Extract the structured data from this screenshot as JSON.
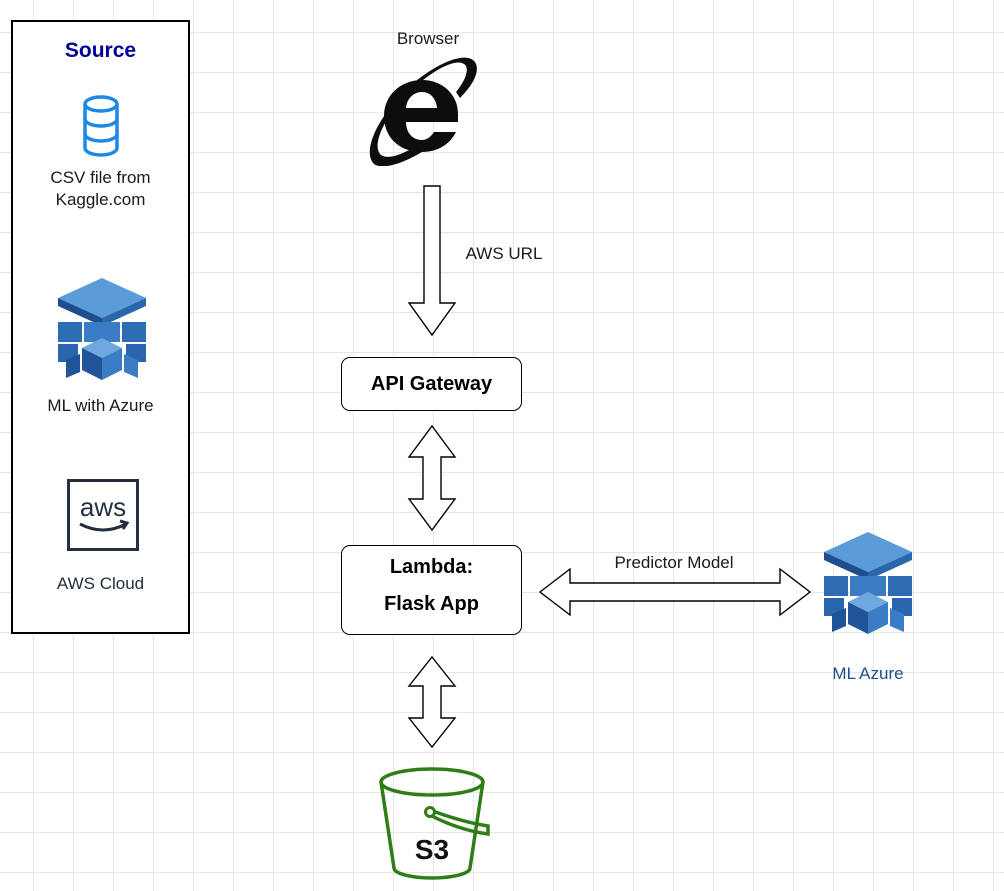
{
  "source": {
    "title": "Source",
    "items": [
      {
        "label_lines": [
          "CSV file from",
          "Kaggle.com"
        ],
        "icon": "database-icon"
      },
      {
        "label_lines": [
          "ML with Azure"
        ],
        "icon": "azure-ml-icon"
      },
      {
        "label_lines": [
          "AWS Cloud"
        ],
        "icon": "aws-logo-icon"
      }
    ]
  },
  "browser": {
    "label": "Browser",
    "icon": "internet-explorer-icon"
  },
  "edges": {
    "browser_to_gateway": "AWS URL",
    "lambda_to_azure": "Predictor Model"
  },
  "api_gateway": {
    "label": "API Gateway"
  },
  "lambda": {
    "line1": "Lambda:",
    "line2": "Flask App"
  },
  "ml_azure": {
    "label": "ML Azure",
    "icon": "azure-ml-icon"
  },
  "s3": {
    "label": "S3",
    "icon": "s3-bucket-icon"
  },
  "colors": {
    "title_blue": "#000099",
    "azure_blue": "#2d6db4",
    "s3_green": "#2e7d17",
    "db_blue": "#1e88e5",
    "aws_dark": "#232f3e",
    "ml_azure_label": "#1d4e89"
  }
}
